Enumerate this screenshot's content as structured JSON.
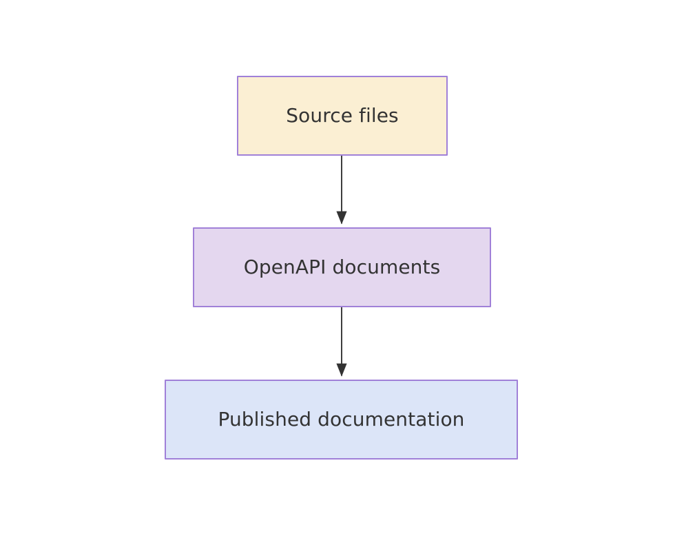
{
  "diagram": {
    "type": "flowchart",
    "direction": "top-down",
    "background_color": "#ffffff",
    "node_border_color": "#a080d8",
    "edge_color": "#333333",
    "text_color": "#333333",
    "nodes": [
      {
        "id": "source-files",
        "label": "Source files",
        "fill_color": "#fbefd3",
        "border_color": "#a080d8"
      },
      {
        "id": "openapi-documents",
        "label": "OpenAPI documents",
        "fill_color": "#e4d7ef",
        "border_color": "#a080d8"
      },
      {
        "id": "published-documentation",
        "label": "Published documentation",
        "fill_color": "#dce5f8",
        "border_color": "#a080d8"
      }
    ],
    "edges": [
      {
        "id": "edge-1",
        "from": "source-files",
        "to": "openapi-documents",
        "arrowhead": "triangle"
      },
      {
        "id": "edge-2",
        "from": "openapi-documents",
        "to": "published-documentation",
        "arrowhead": "triangle"
      }
    ]
  }
}
